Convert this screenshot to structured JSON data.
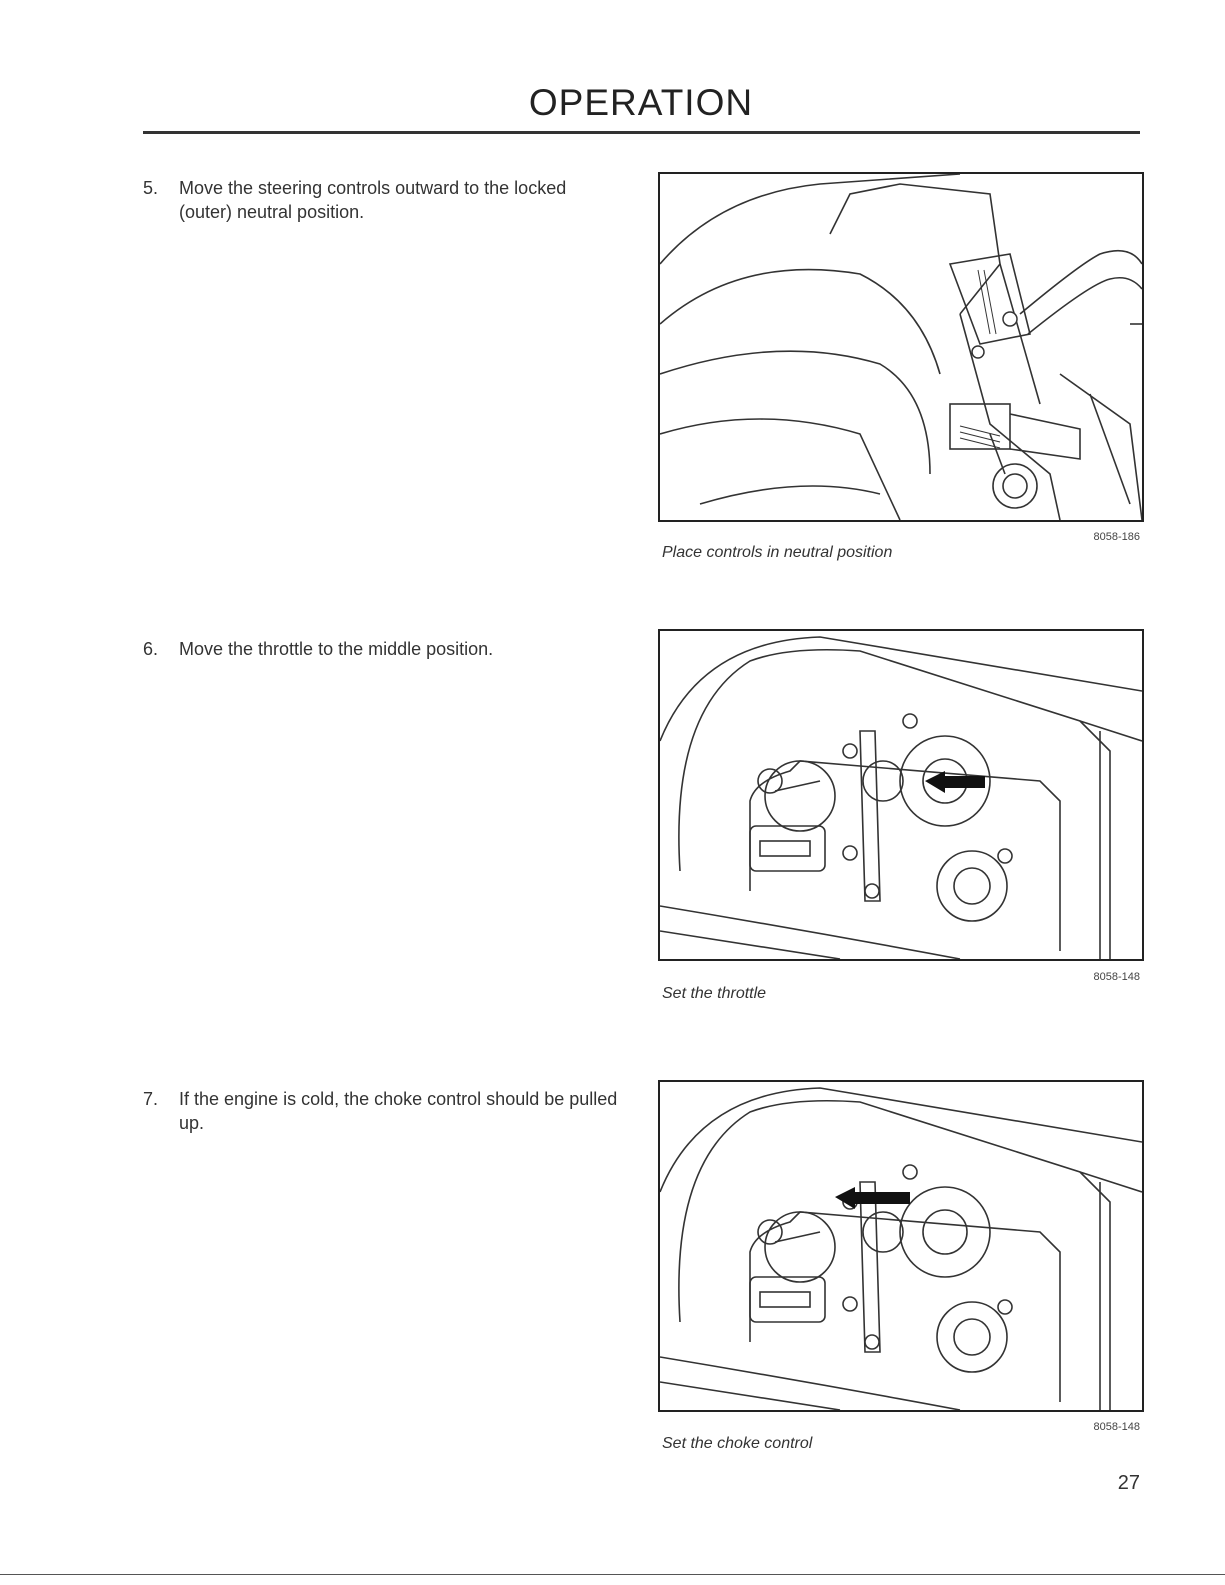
{
  "header": {
    "title": "OPERATION"
  },
  "steps": [
    {
      "number": "5.",
      "text": "Move the steering controls outward to the locked (outer) neutral position.",
      "figure": {
        "code": "8058-186",
        "caption": "Place controls in neutral position"
      }
    },
    {
      "number": "6.",
      "text": "Move the throttle to the middle position.",
      "figure": {
        "code": "8058-148",
        "caption": "Set the throttle"
      }
    },
    {
      "number": "7.",
      "text": "If the engine is cold, the choke control should be pulled up.",
      "figure": {
        "code": "8058-148",
        "caption": "Set the choke control"
      }
    }
  ],
  "page_number": "27"
}
